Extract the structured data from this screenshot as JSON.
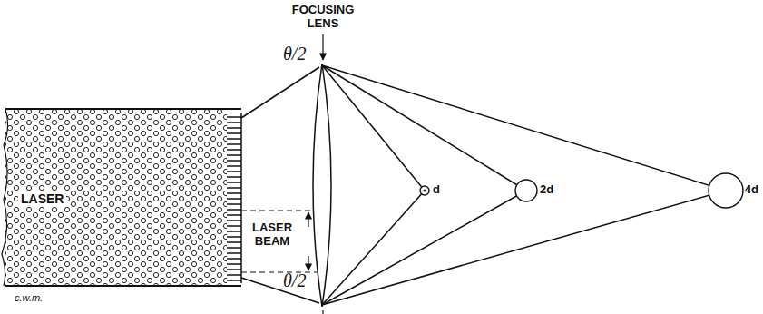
{
  "diagram": {
    "nodes": [
      {
        "text": [
          "LASER"
        ]
      }
    ],
    "labels": [
      "FOCUSING LENS",
      "θ/2",
      "LASER BEAM",
      "θ/2",
      "d",
      "2d",
      "4d",
      "c.w.m."
    ]
  }
}
